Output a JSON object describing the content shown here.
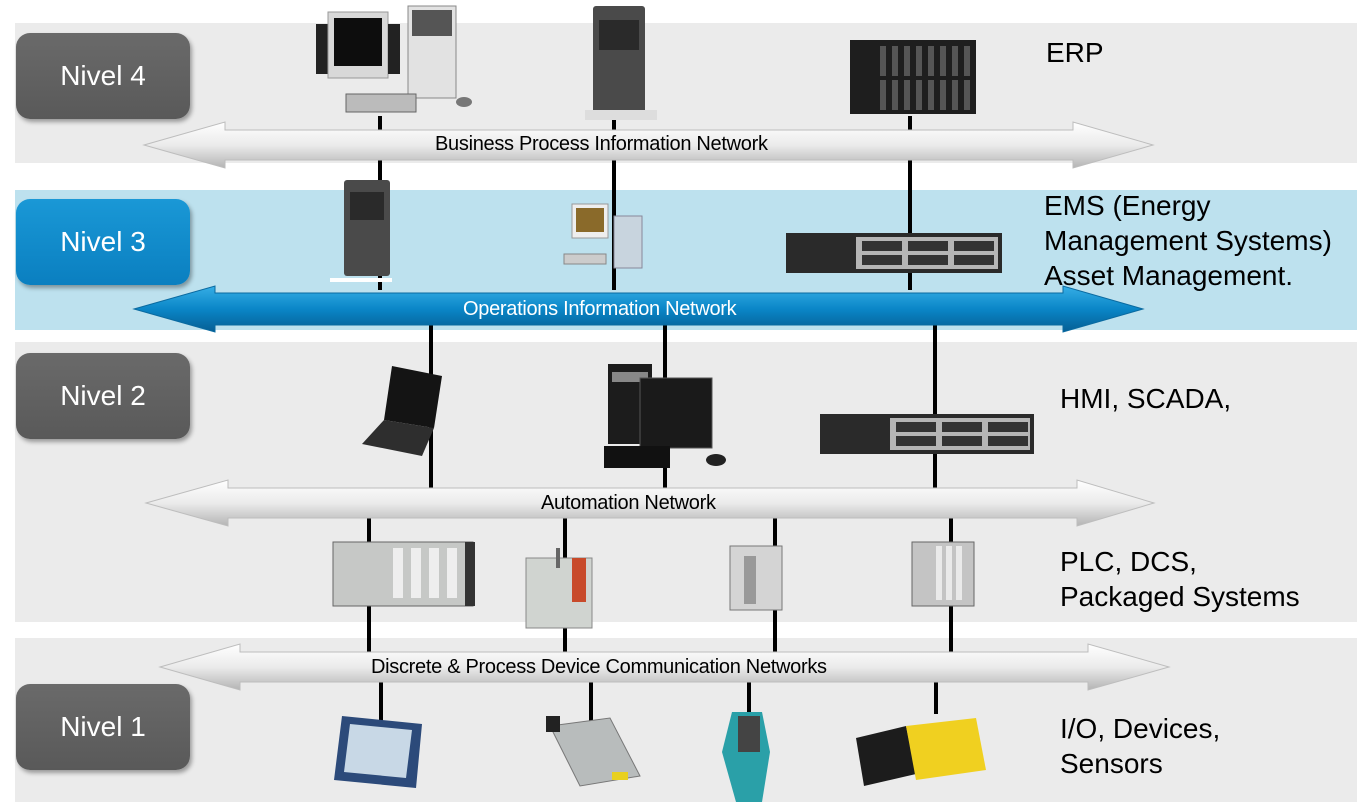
{
  "levels": [
    {
      "id": "nivel-4",
      "label": "Nivel 4",
      "description": [
        "ERP"
      ],
      "style": "dark",
      "band": "gray"
    },
    {
      "id": "nivel-3",
      "label": "Nivel 3",
      "description": [
        "EMS (Energy",
        "Management Systems)",
        "Asset Management."
      ],
      "style": "blue",
      "band": "blue"
    },
    {
      "id": "nivel-2",
      "label": "Nivel 2",
      "description": [
        "HMI, SCADA,"
      ],
      "style": "dark",
      "band": "gray"
    },
    {
      "id": "nivel-1",
      "label": "Nivel 1",
      "description": [
        "I/O, Devices,",
        "Sensors"
      ],
      "style": "dark",
      "band": "gray"
    }
  ],
  "level2_extra_description": [
    "PLC, DCS,",
    "Packaged  Systems"
  ],
  "networks": [
    {
      "id": "business",
      "label": "Business Process Information Network",
      "color": "light"
    },
    {
      "id": "operations",
      "label": "Operations Information Network",
      "color": "blue"
    },
    {
      "id": "automation",
      "label": "Automation Network",
      "color": "light"
    },
    {
      "id": "device",
      "label": "Discrete & Process Device Communication Networks",
      "color": "light"
    }
  ],
  "devices": [
    {
      "name": "desktop-pc-icon",
      "level": "nivel-4"
    },
    {
      "name": "tower-server-icon",
      "level": "nivel-4"
    },
    {
      "name": "blade-server-icon",
      "level": "nivel-4"
    },
    {
      "name": "tower-server-icon",
      "level": "nivel-3"
    },
    {
      "name": "desktop-pc-icon",
      "level": "nivel-3"
    },
    {
      "name": "rack-server-icon",
      "level": "nivel-3"
    },
    {
      "name": "laptop-icon",
      "level": "nivel-2"
    },
    {
      "name": "workstation-icon",
      "level": "nivel-2"
    },
    {
      "name": "rack-server-icon",
      "level": "nivel-2"
    },
    {
      "name": "plc-rack-icon",
      "level": "nivel-2"
    },
    {
      "name": "packaged-machine-icon",
      "level": "nivel-2"
    },
    {
      "name": "compact-plc-icon",
      "level": "nivel-2"
    },
    {
      "name": "dcs-controller-icon",
      "level": "nivel-2"
    },
    {
      "name": "handheld-terminal-icon",
      "level": "nivel-1"
    },
    {
      "name": "servo-motor-icon",
      "level": "nivel-1"
    },
    {
      "name": "valve-actuator-icon",
      "level": "nivel-1"
    },
    {
      "name": "vision-camera-icon",
      "level": "nivel-1"
    }
  ],
  "colors": {
    "band_gray": "#ebebeb",
    "band_blue": "#bde1ee",
    "box_dark": "#5f5f5f",
    "box_blue": "#0b8ccb",
    "arrow_blue": "#0a86c7",
    "arrow_light": "#e6e6e6"
  }
}
